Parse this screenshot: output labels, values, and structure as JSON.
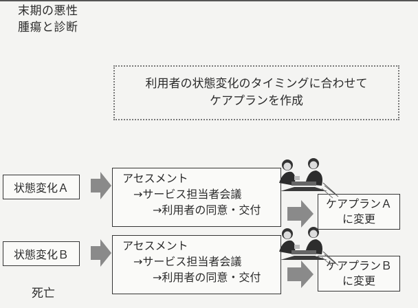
{
  "diagram": {
    "start_label": [
      "末期の悪性",
      "腫瘍と診断"
    ],
    "end_label": "死亡",
    "note": [
      "利用者の状態変化のタイミングに合わせて",
      "ケアプランを作成"
    ],
    "rows": [
      {
        "state": "状態変化Ａ",
        "steps": [
          "アセスメント",
          "→サービス担当者会議",
          "→利用者の同意・交付"
        ],
        "result": [
          "ケアプランＡ",
          "に変更"
        ]
      },
      {
        "state": "状態変化Ｂ",
        "steps": [
          "アセスメント",
          "→サービス担当者会議",
          "→利用者の同意・交付"
        ],
        "result": [
          "ケアプランＢ",
          "に変更"
        ]
      }
    ],
    "meeting_illustration_icon": "meeting-people-icon",
    "arrow_color": "#8a8a8a"
  }
}
